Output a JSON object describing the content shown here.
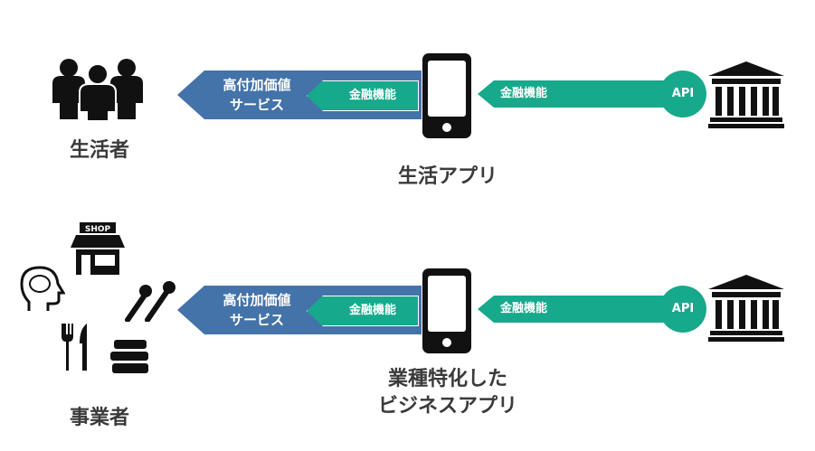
{
  "colors": {
    "blue": "#4473a9",
    "green": "#17a98b",
    "text": "#3a3a3a"
  },
  "row1": {
    "actor_label": "生活者",
    "value_arrow_label": "高付加価値サービス",
    "value_arrow_line1": "高付加価値",
    "value_arrow_line2": "サービス",
    "inner_label": "金融機能",
    "api_arrow_label": "金融機能",
    "api_label": "API",
    "app_label": "生活アプリ",
    "icons": [
      "people-icon",
      "smartphone-icon",
      "bank-icon"
    ]
  },
  "row2": {
    "actor_label": "事業者",
    "value_arrow_line1": "高付加価値",
    "value_arrow_line2": "サービス",
    "inner_label": "金融機能",
    "api_arrow_label": "金融機能",
    "api_label": "API",
    "app_label_line1": "業種特化した",
    "app_label_line2": "ビジネスアプリ",
    "shop_sign": "SHOP",
    "icons": [
      "shop-icon",
      "brain-head-icon",
      "wrench-icon",
      "cutlery-icon",
      "books-icon",
      "smartphone-icon",
      "bank-icon"
    ]
  }
}
